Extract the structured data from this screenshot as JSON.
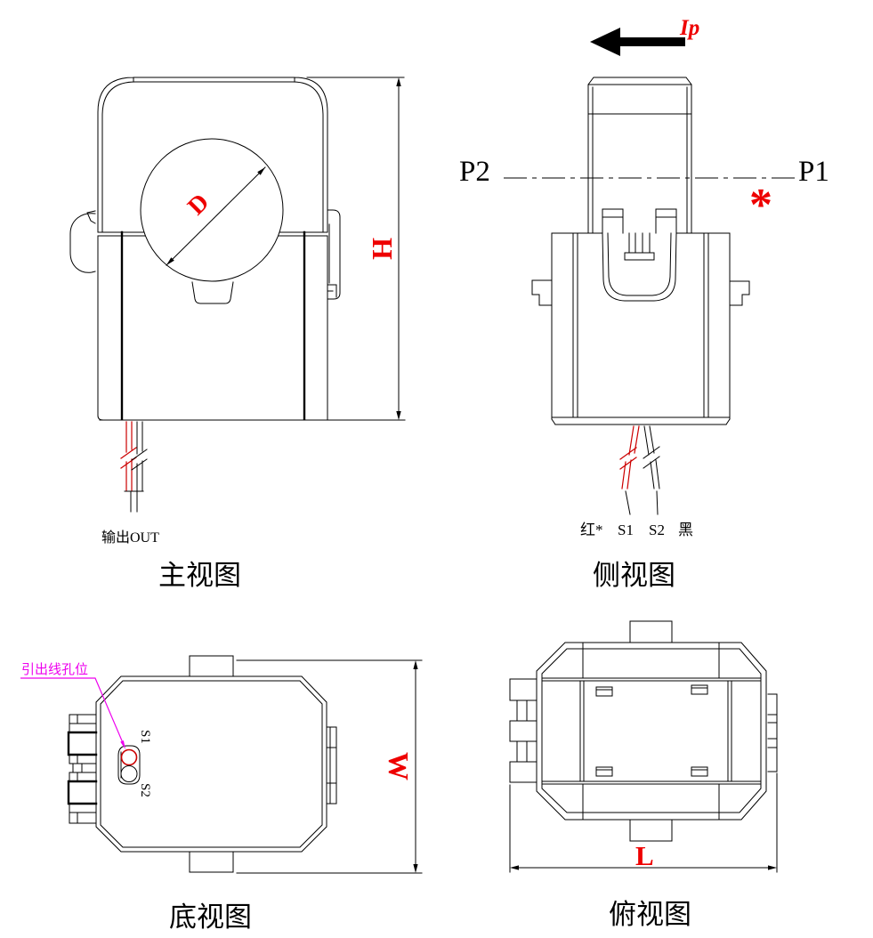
{
  "colors": {
    "line": "#000000",
    "red": "#ee0000",
    "wire": "#cc0000",
    "magenta": "#ee00ee"
  },
  "views": {
    "front": {
      "title": "主视图",
      "output_label": "输出OUT",
      "diameter_label": "D",
      "height_label": "H"
    },
    "side": {
      "title": "侧视图",
      "primary_current_label": "Ip",
      "terminal_p2": "P2",
      "terminal_p1": "P1",
      "polarity_mark": "*",
      "wire_red_label": "红*",
      "wire_s1_label": "S1",
      "wire_s2_label": "S2",
      "wire_black_label": "黑"
    },
    "bottom": {
      "title": "底视图",
      "lead_hole_label": "引出线孔位",
      "s1_label": "S1",
      "s2_label": "S2",
      "width_label": "W"
    },
    "top": {
      "title": "俯视图",
      "length_label": "L"
    }
  }
}
